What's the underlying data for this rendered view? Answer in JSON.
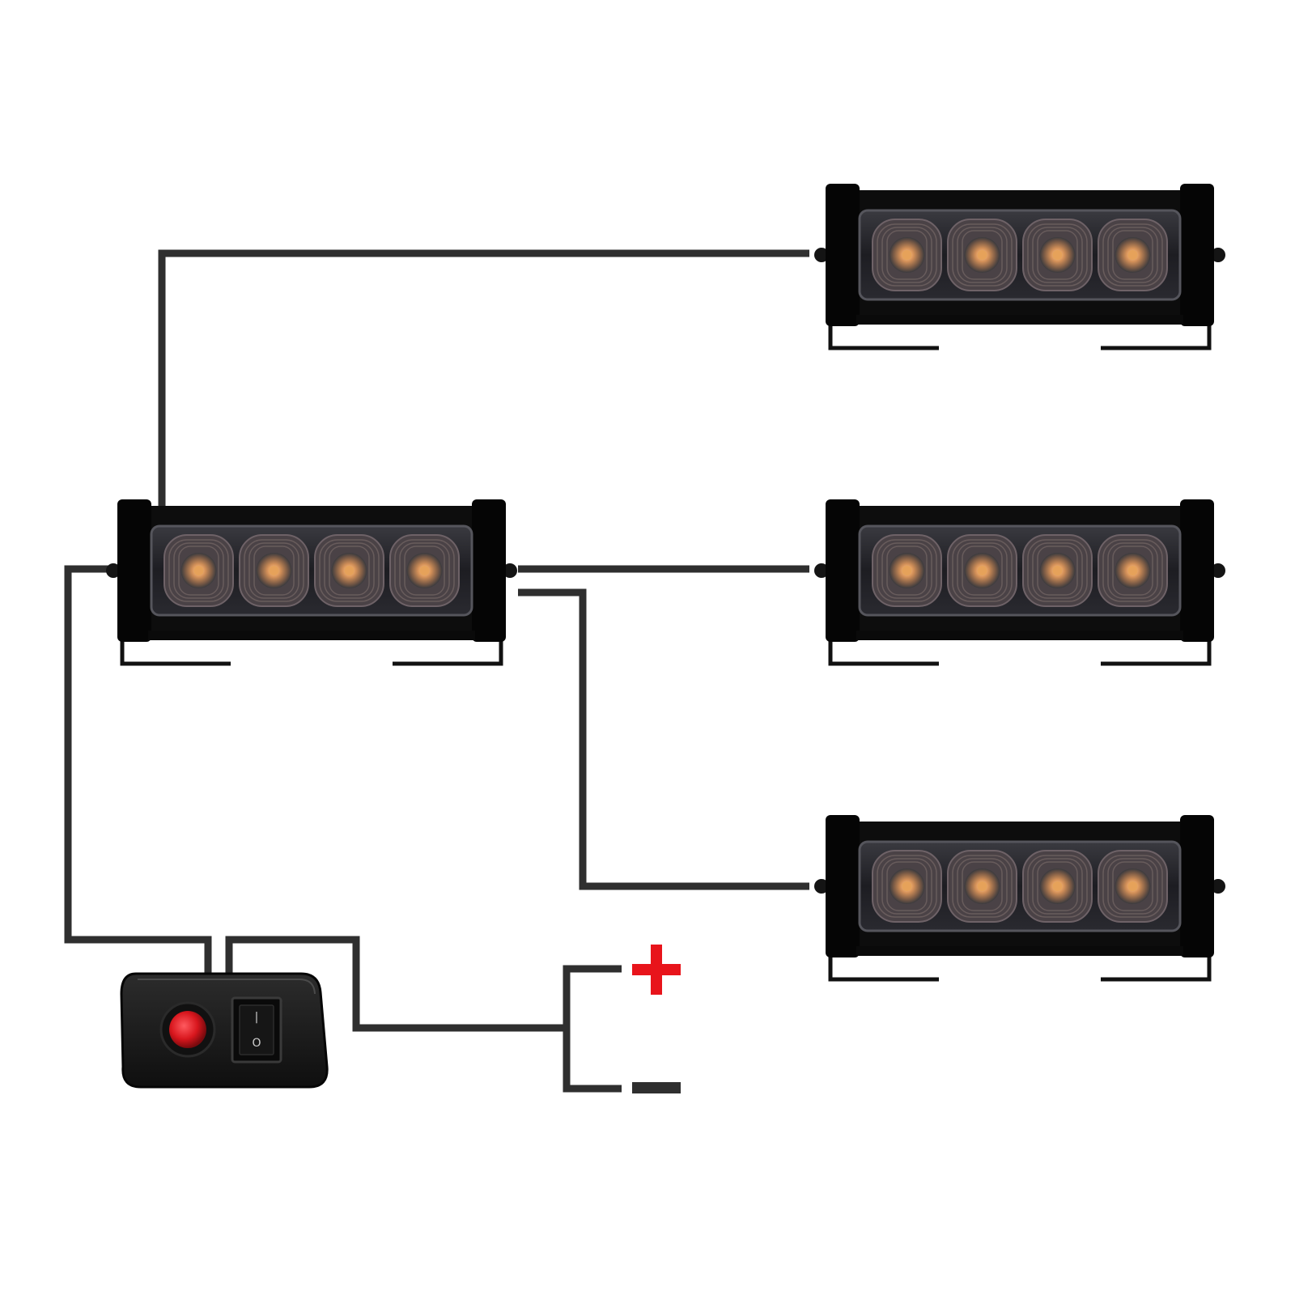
{
  "colors": {
    "wire": "#2f2f2f",
    "housing": "#0d0d0d",
    "lens": "#1c1c1f",
    "led_amber": "#e6a25a",
    "led_glow": "#f3c48d",
    "positive": "#e8141b",
    "negative": "#2f2f2f",
    "switch_body": "#1a1a1a",
    "switch_button": "#d8161d"
  },
  "light_bars": [
    {
      "id": "main",
      "led_count": 4
    },
    {
      "id": "top-right",
      "led_count": 4
    },
    {
      "id": "middle-right",
      "led_count": 4
    },
    {
      "id": "bottom-right",
      "led_count": 4
    }
  ],
  "terminals": {
    "positive_symbol": "+",
    "negative_symbol": "−"
  },
  "switch": {
    "icons": [
      "red-push-button-icon",
      "rocker-switch-icon"
    ],
    "on_label": "|",
    "off_label": "O"
  }
}
